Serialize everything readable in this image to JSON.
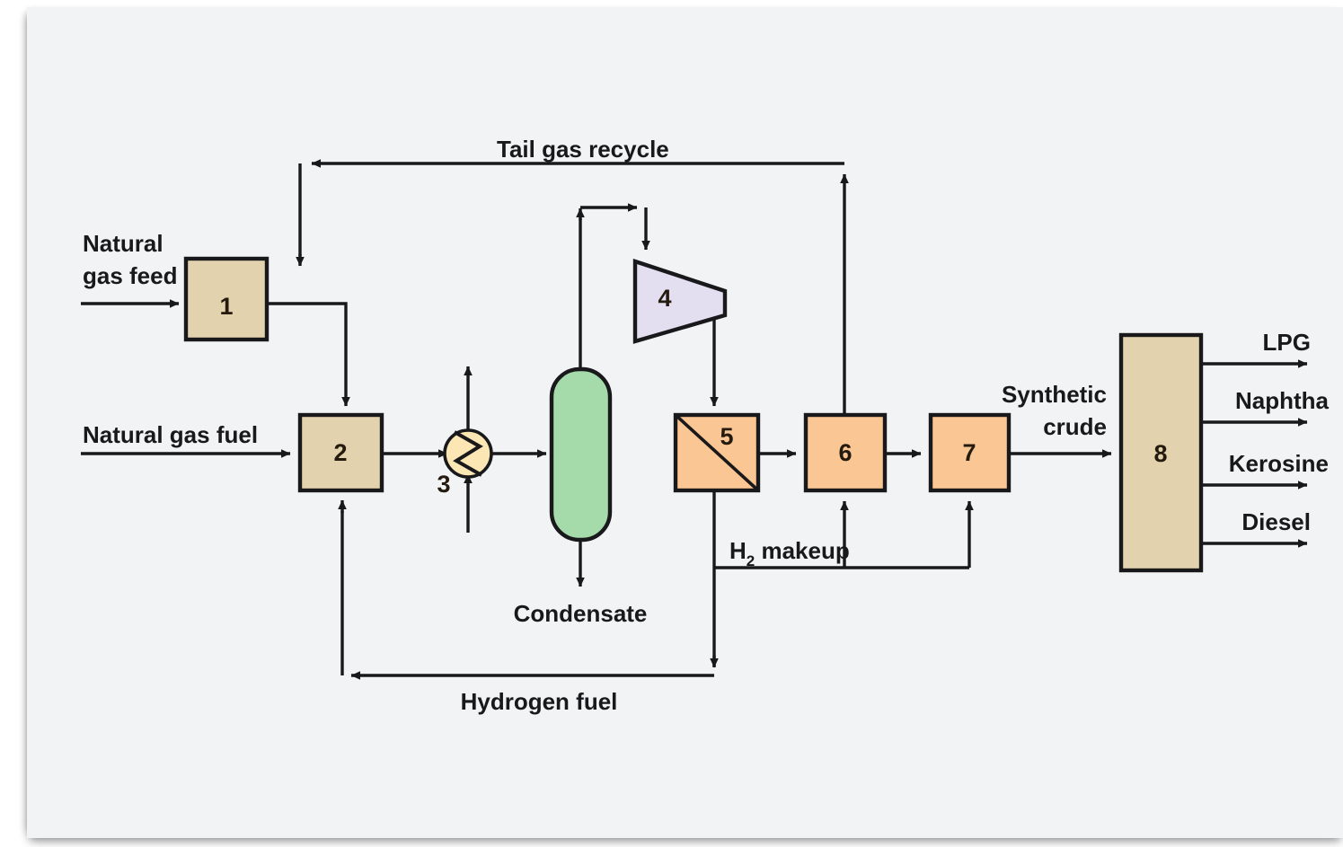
{
  "diagram": {
    "title": "Gas-to-liquids process flow diagram",
    "background_color": "#f1f3f5",
    "line_color": "#19191b",
    "units": [
      {
        "id": "1",
        "label": "1",
        "shape": "box",
        "color": "#e2d2ae"
      },
      {
        "id": "2",
        "label": "2",
        "shape": "box",
        "color": "#e2d2ae"
      },
      {
        "id": "3",
        "label": "3",
        "shape": "heat-exchanger-circle",
        "color": "#fbe6b4"
      },
      {
        "id": "4",
        "label": "4",
        "shape": "compressor-trapezoid",
        "color": "#e3dff0"
      },
      {
        "id": "5",
        "label": "5",
        "shape": "box-with-diagonal",
        "color": "#fac693"
      },
      {
        "id": "6",
        "label": "6",
        "shape": "box",
        "color": "#fac693"
      },
      {
        "id": "7",
        "label": "7",
        "shape": "box",
        "color": "#fac693"
      },
      {
        "id": "8",
        "label": "8",
        "shape": "tall-column",
        "color": "#e2d2ae"
      }
    ],
    "vessel": {
      "id": "separator",
      "label": "",
      "shape": "vertical-capsule",
      "color": "#a5dbaa"
    },
    "stream_labels": {
      "natural_gas_feed_line1": "Natural",
      "natural_gas_feed_line2": "gas feed",
      "natural_gas_fuel": "Natural gas fuel",
      "tail_gas_recycle": "Tail gas recycle",
      "condensate": "Condensate",
      "hydrogen_fuel": "Hydrogen fuel",
      "h2_makeup_pre": "H",
      "h2_makeup_sub": "2",
      "h2_makeup_post": " makeup",
      "synthetic_crude_line1": "Synthetic",
      "synthetic_crude_line2": "crude"
    },
    "products": [
      {
        "name": "LPG"
      },
      {
        "name": "Naphtha"
      },
      {
        "name": "Kerosine"
      },
      {
        "name": "Diesel"
      }
    ]
  }
}
